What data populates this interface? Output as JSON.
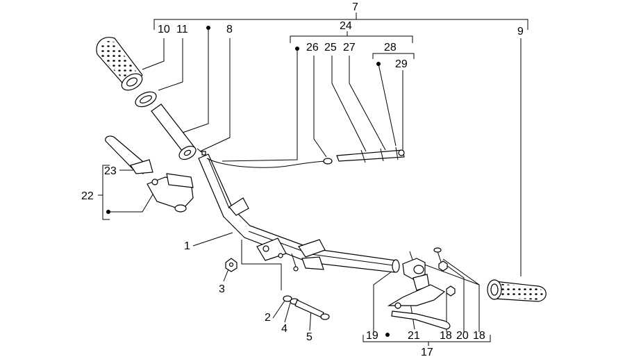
{
  "callouts": {
    "c1": "1",
    "c2": "2",
    "c3": "3",
    "c4": "4",
    "c5": "5",
    "c7": "7",
    "c8": "8",
    "c9": "9",
    "c10": "10",
    "c11": "11",
    "c17": "17",
    "c18a": "18",
    "c18b": "18",
    "c19": "19",
    "c20": "20",
    "c21": "21",
    "c22": "22",
    "c23": "23",
    "c24": "24",
    "c25": "25",
    "c26": "26",
    "c27": "27",
    "c28": "28",
    "c29": "29"
  }
}
